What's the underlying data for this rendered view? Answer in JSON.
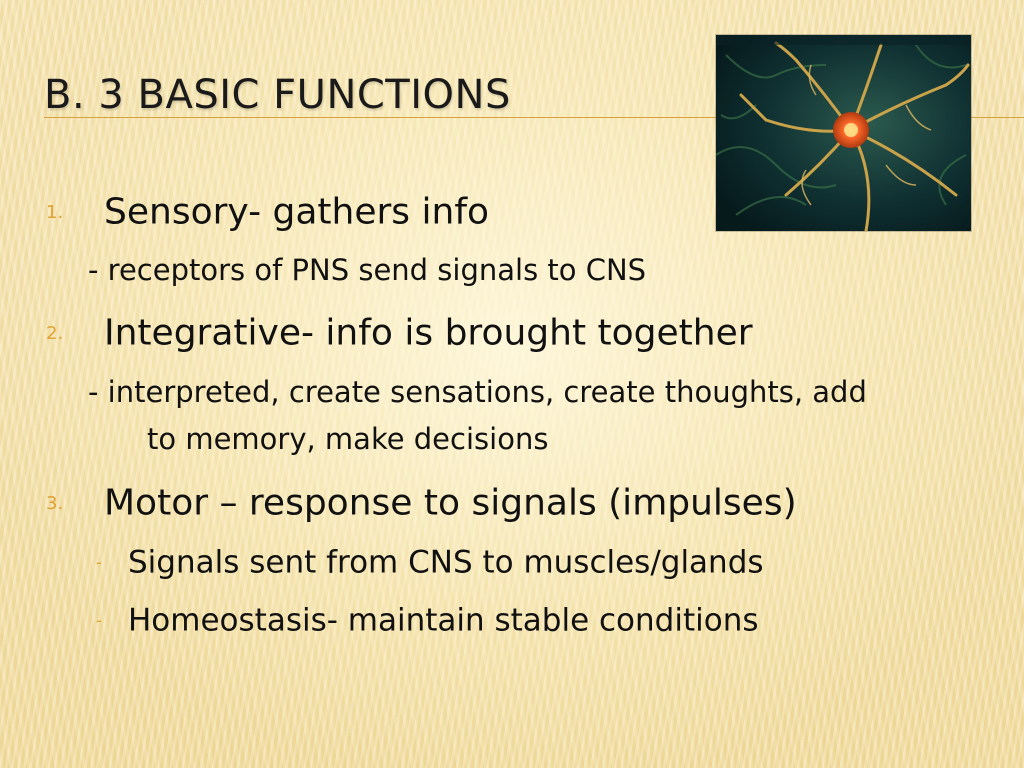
{
  "slide": {
    "title": "B. 3 BASIC FUNCTIONS",
    "items": [
      {
        "number": "1.",
        "text": "Sensory- gathers info",
        "sub_lines": [
          "- receptors of PNS send signals to CNS"
        ]
      },
      {
        "number": "2.",
        "text": "Integrative- info is brought together",
        "sub_lines": [
          "- interpreted, create sensations, create thoughts, add",
          "to memory, make decisions"
        ]
      },
      {
        "number": "3.",
        "text": "Motor – response to signals (impulses)",
        "bullets": [
          {
            "marker": "-",
            "text": "Signals sent from CNS to muscles/glands"
          },
          {
            "marker": "-",
            "text": "Homeostasis- maintain stable conditions"
          }
        ]
      }
    ],
    "image": {
      "icon": "neuron-illustration"
    }
  },
  "colors": {
    "accent": "#e0a232",
    "text": "#111111",
    "background": "#f5e3ae",
    "neuron_glow": "#ff6a2a",
    "neuron_bg": "#0d2a2c"
  }
}
